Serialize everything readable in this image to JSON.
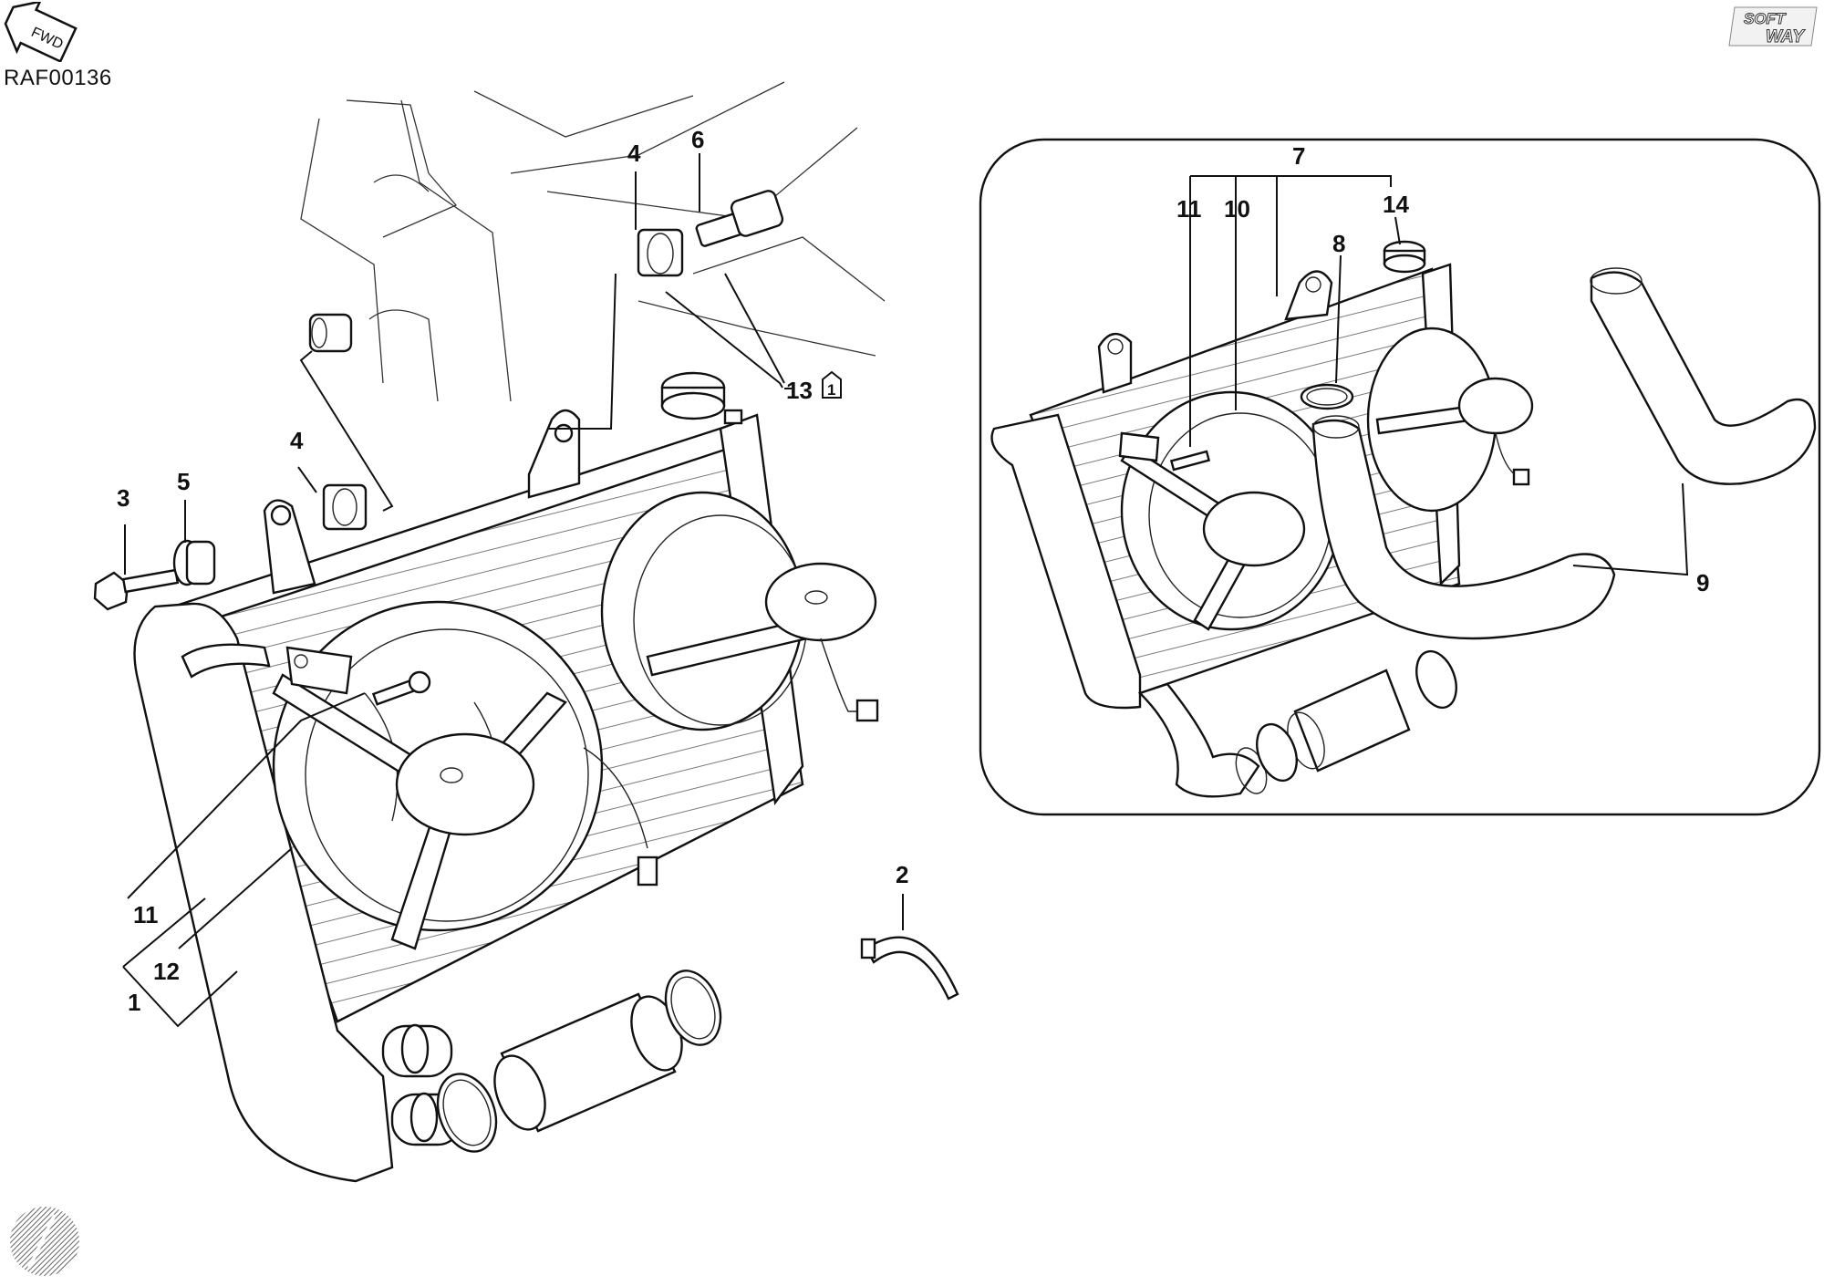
{
  "header": {
    "drawing_code": "RAF00136",
    "fwd_label": "FWD",
    "brand_line1": "SOFT",
    "brand_line2": "WAY"
  },
  "callouts": {
    "left": {
      "c1": "1",
      "c2": "2",
      "c3": "3",
      "c4a": "4",
      "c4b": "4",
      "c5": "5",
      "c6": "6",
      "c11": "11",
      "c12": "12",
      "c13": "13",
      "c13_note": "1"
    },
    "inset": {
      "c7": "7",
      "c8": "8",
      "c9": "9",
      "c10": "10",
      "c11": "11",
      "c14": "14"
    }
  }
}
